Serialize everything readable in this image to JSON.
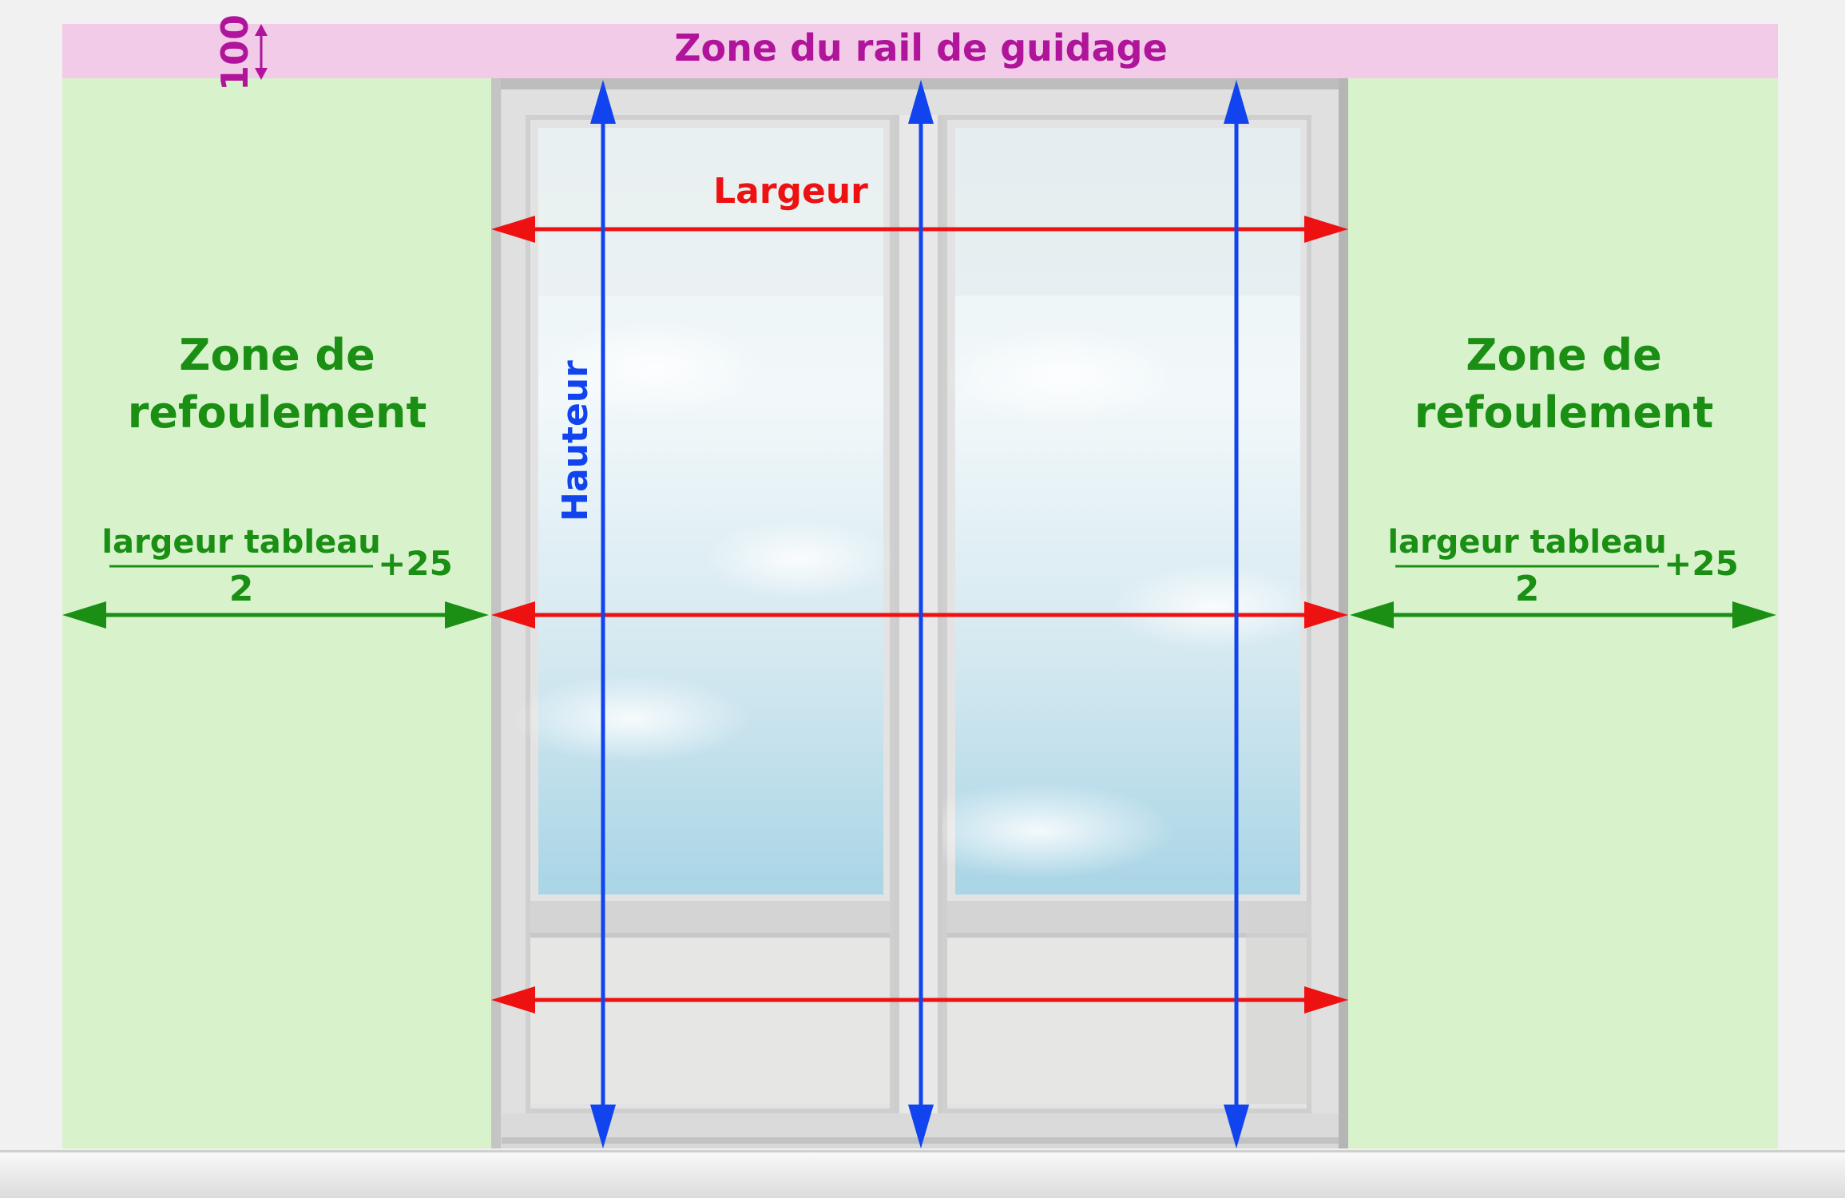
{
  "top_zone": {
    "label": "Zone du rail de guidage",
    "dimension": "100",
    "color": "#b0149a",
    "fill": "#f2cbe8"
  },
  "side_zone": {
    "title_line1": "Zone de",
    "title_line2": "refoulement",
    "numerator": "largeur tableau",
    "denominator": "2",
    "addend": "+25",
    "color": "#1a8f14",
    "fill": "#d8f3cc"
  },
  "width_label": "Largeur",
  "height_label": "Hauteur",
  "colors": {
    "width_arrow": "#ee1111",
    "height_arrow": "#1144ee",
    "frame": "#d9d9d9",
    "glass": "#cfe6f0"
  }
}
